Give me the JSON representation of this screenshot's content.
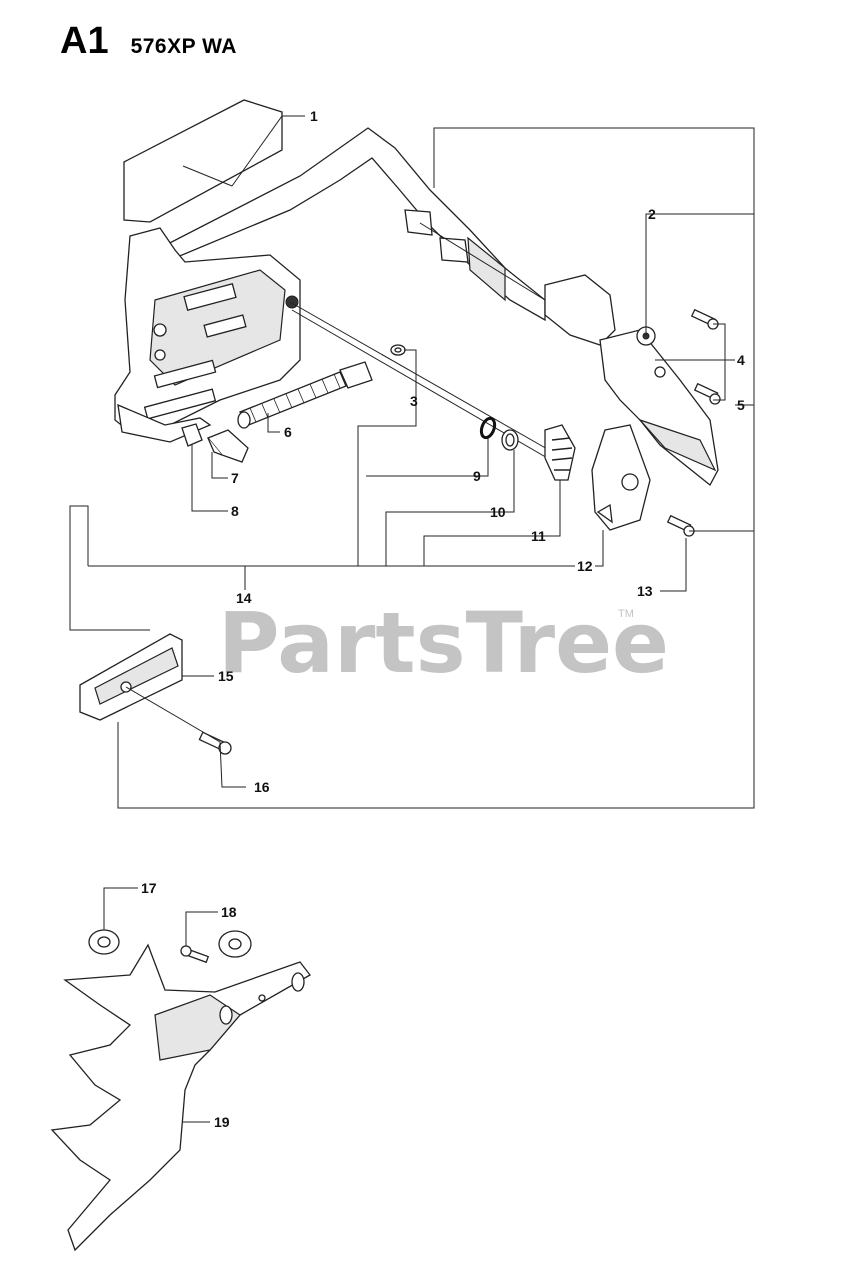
{
  "header": {
    "section": "A1",
    "model": "576XP WA"
  },
  "watermark": {
    "brand": "PartsTree",
    "trademark": "TM"
  },
  "callouts": [
    "1",
    "2",
    "3",
    "4",
    "5",
    "6",
    "7",
    "8",
    "9",
    "10",
    "11",
    "12",
    "13",
    "14",
    "15",
    "16",
    "17",
    "18",
    "19"
  ]
}
